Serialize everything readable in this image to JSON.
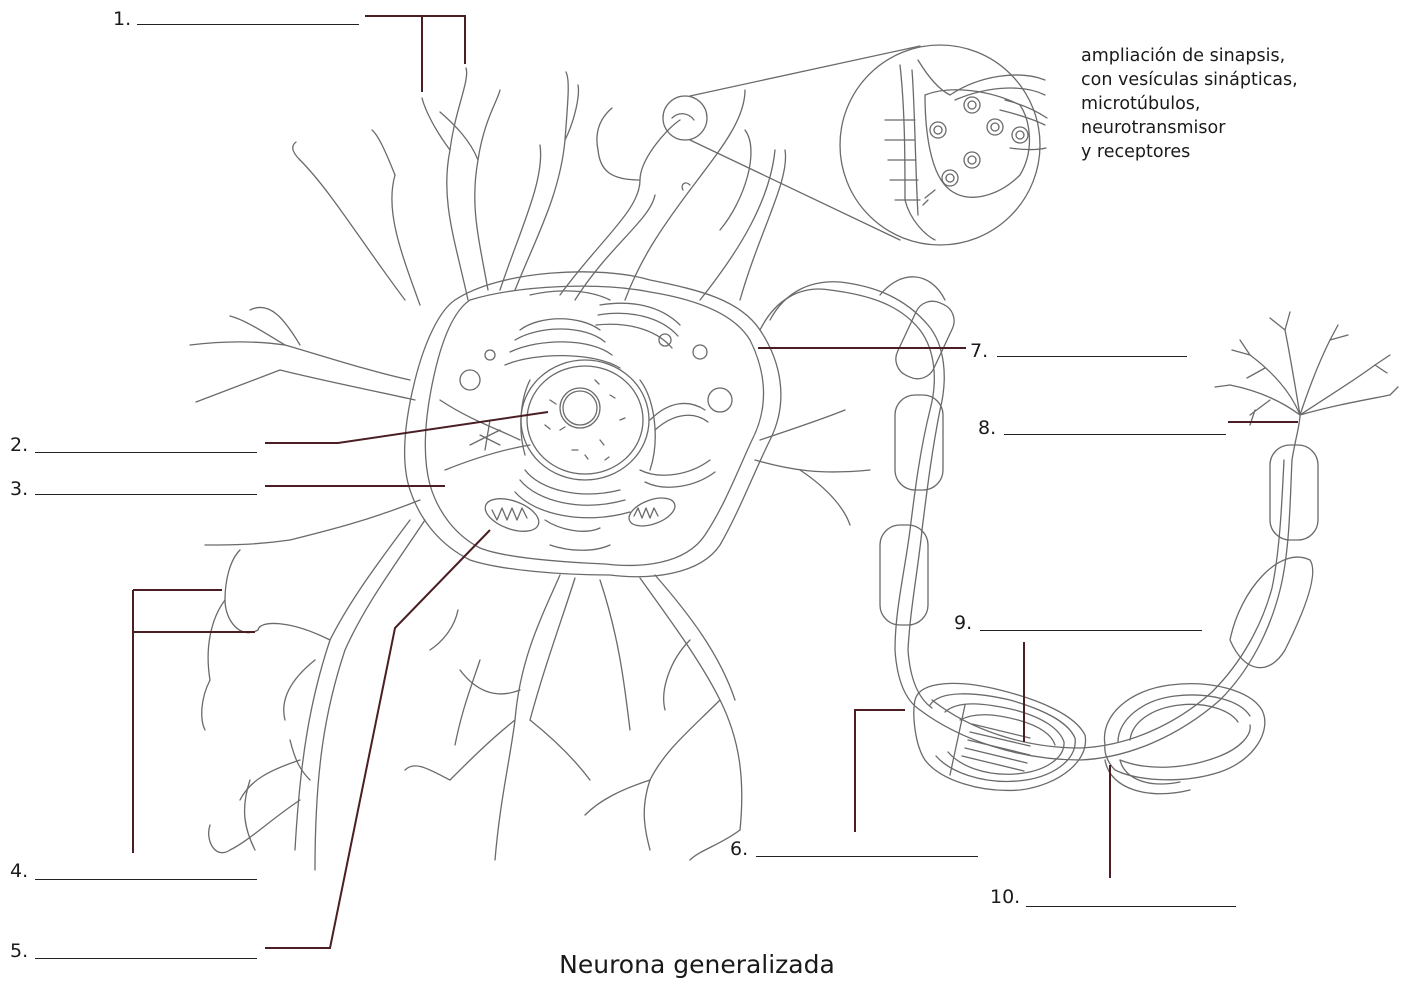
{
  "labels": [
    {
      "num": "1."
    },
    {
      "num": "2."
    },
    {
      "num": "3."
    },
    {
      "num": "4."
    },
    {
      "num": "5."
    },
    {
      "num": "6."
    },
    {
      "num": "7."
    },
    {
      "num": "8."
    },
    {
      "num": "9."
    },
    {
      "num": "10."
    }
  ],
  "note_lines": [
    "ampliación de sinapsis,",
    "con vesículas sinápticas,",
    "microtúbulos,",
    "neurotransmisor",
    "y receptores"
  ],
  "caption": "Neurona generalizada",
  "colors": {
    "leader": "#4a1e22",
    "ink": "#1a1a1a",
    "drawing": "#6a6a6a"
  }
}
